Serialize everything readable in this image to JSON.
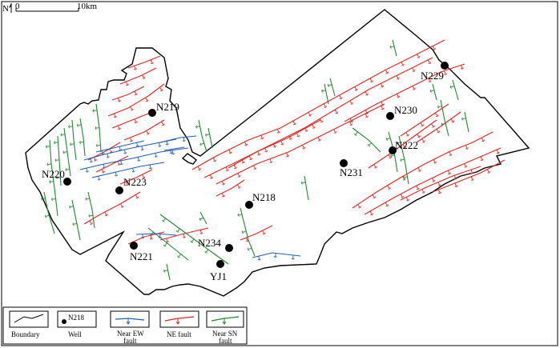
{
  "north_label": "N",
  "scale_bar": {
    "start_label": "0",
    "end_label": "10km"
  },
  "colors": {
    "ne_fault": "#e8231b",
    "near_sn_fault": "#1f8a2e",
    "near_ew_fault": "#1f5fb8",
    "boundary": "#000000",
    "well": "#000000"
  },
  "wells": [
    {
      "name": "N219"
    },
    {
      "name": "N220"
    },
    {
      "name": "N223"
    },
    {
      "name": "N221"
    },
    {
      "name": "N234"
    },
    {
      "name": "YJ1"
    },
    {
      "name": "N218"
    },
    {
      "name": "N231"
    },
    {
      "name": "N222"
    },
    {
      "name": "N230"
    },
    {
      "name": "N229"
    }
  ],
  "legend": {
    "boundary": "Boundary",
    "well_sample": "N218",
    "well": "Well",
    "ew_fault_line1": "Near EW",
    "ew_fault_line2": "fault",
    "ne_fault": "NE fault",
    "sn_fault_line1": "Near SN",
    "sn_fault_line2": "fault"
  }
}
